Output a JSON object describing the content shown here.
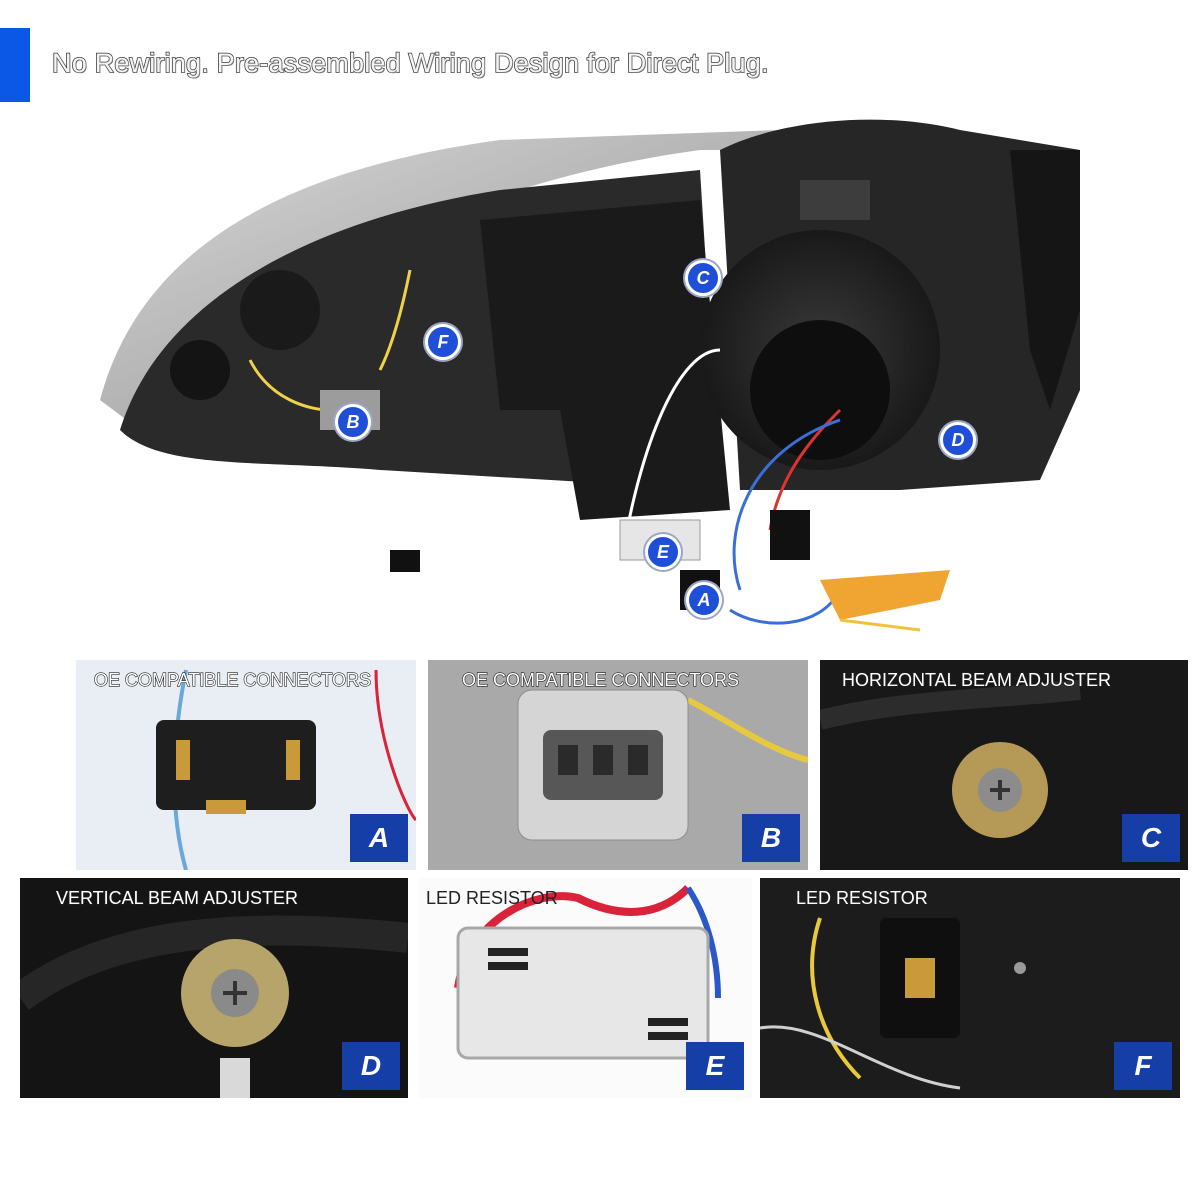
{
  "header": {
    "headline": "No Rewiring. Pre-assembled Wiring Design for Direct Plug."
  },
  "hero": {
    "callouts": [
      "A",
      "B",
      "C",
      "D",
      "E",
      "F"
    ]
  },
  "panels": [
    {
      "label": "OE COMPATIBLE CONNECTORS",
      "letter": "A"
    },
    {
      "label": "OE COMPATIBLE CONNECTORS",
      "letter": "B"
    },
    {
      "label": "HORIZONTAL BEAM ADJUSTER",
      "letter": "C"
    },
    {
      "label": "VERTICAL BEAM ADJUSTER",
      "letter": "D"
    },
    {
      "label": "LED RESISTOR",
      "letter": "E"
    },
    {
      "label": "LED RESISTOR",
      "letter": "F"
    }
  ],
  "colors": {
    "accent": "#0b57e6",
    "badge": "#163ea7",
    "callout": "#1f4fd6"
  }
}
